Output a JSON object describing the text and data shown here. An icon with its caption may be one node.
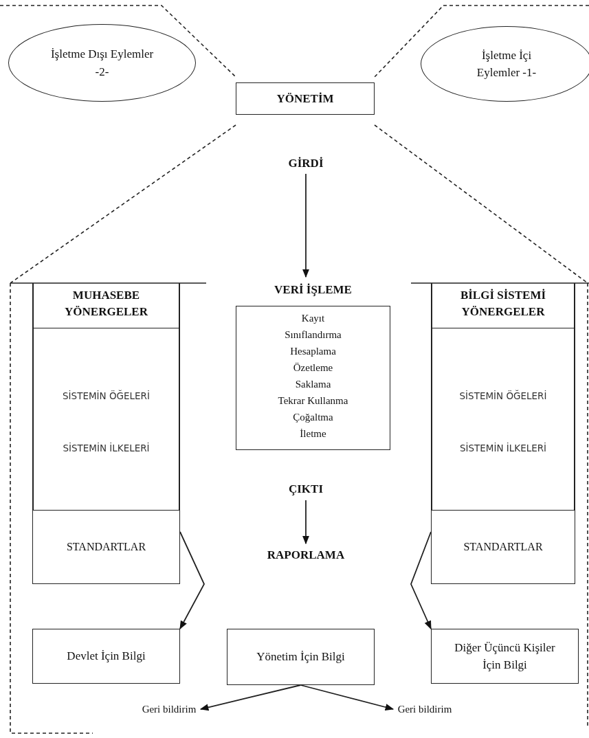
{
  "diagram": {
    "nodes": [
      {
        "text": [
          "İşletme Dışı Eylemler -2-"
        ]
      },
      {
        "text": [
          "İşletme İçi Eylemler  -1-"
        ]
      },
      {
        "text": [
          "YÖNETİM"
        ]
      },
      {
        "text": [
          "GİRDİ"
        ]
      },
      {
        "text": [
          "VERİ İŞLEME",
          "Kayıt",
          "Sınıflandırma",
          "Hesaplama",
          "Özetleme",
          "Saklama",
          "Tekrar Kullanma",
          "Çoğaltma",
          "İletme"
        ]
      },
      {
        "text": [
          "ÇIKTI"
        ]
      },
      {
        "text": [
          "RAPORLAMA"
        ]
      },
      {
        "text": [
          "MUHASEBE YÖNERGELER",
          "SİSTEMİN ÖĞELERİ",
          "SİSTEMİN İLKELERİ"
        ]
      },
      {
        "text": [
          "STANDARTLAR"
        ]
      },
      {
        "text": [
          "BİLGİ SİSTEMİ YÖNERGELER",
          "SİSTEMİN ÖĞELERİ",
          "SİSTEMİN İLKELERİ"
        ]
      },
      {
        "text": [
          "STANDARTLAR"
        ]
      },
      {
        "text": [
          "Devlet İçin Bilgi"
        ]
      },
      {
        "text": [
          "Yönetim İçin Bilgi"
        ]
      },
      {
        "text": [
          "Diğer Üçüncü Kişiler İçin Bilgi"
        ]
      },
      {
        "text": [
          "Geri bildirim"
        ]
      },
      {
        "text": [
          "Geri bildirim"
        ]
      }
    ],
    "edges": [
      {
        "from": 3,
        "to": 4,
        "arrow": "to"
      },
      {
        "from": 5,
        "to": 6,
        "arrow": "to"
      },
      {
        "from": 8,
        "to": 11,
        "arrow": "to"
      },
      {
        "from": 10,
        "to": 13,
        "arrow": "to"
      },
      {
        "from": 12,
        "to": 14,
        "arrow": "to"
      },
      {
        "from": 12,
        "to": 15,
        "arrow": "to"
      }
    ]
  }
}
